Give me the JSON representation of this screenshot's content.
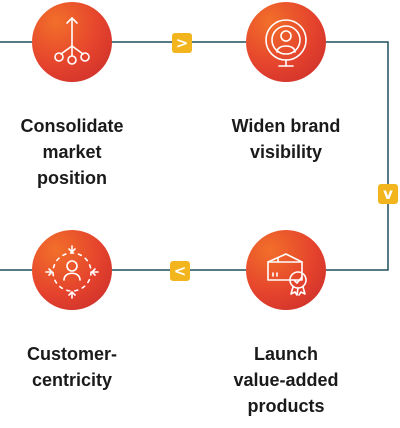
{
  "steps": [
    {
      "label": "Consolidate\nmarket\nposition",
      "icon": "branch-flow-icon"
    },
    {
      "label": "Widen brand\nvisibility",
      "icon": "target-person-icon"
    },
    {
      "label": "Launch\nvalue-added\nproducts",
      "icon": "package-badge-icon"
    },
    {
      "label": "Customer-\ncentricity",
      "icon": "customer-focus-icon"
    }
  ],
  "arrows": {
    "right": ">",
    "down": "v",
    "left": "<"
  },
  "colors": {
    "node_gradient_start": "#f26f2a",
    "node_gradient_end": "#c72b2b",
    "connector": "#1f4e5f",
    "arrow_badge": "#f2b51d",
    "label_text": "#1a1a1a"
  }
}
